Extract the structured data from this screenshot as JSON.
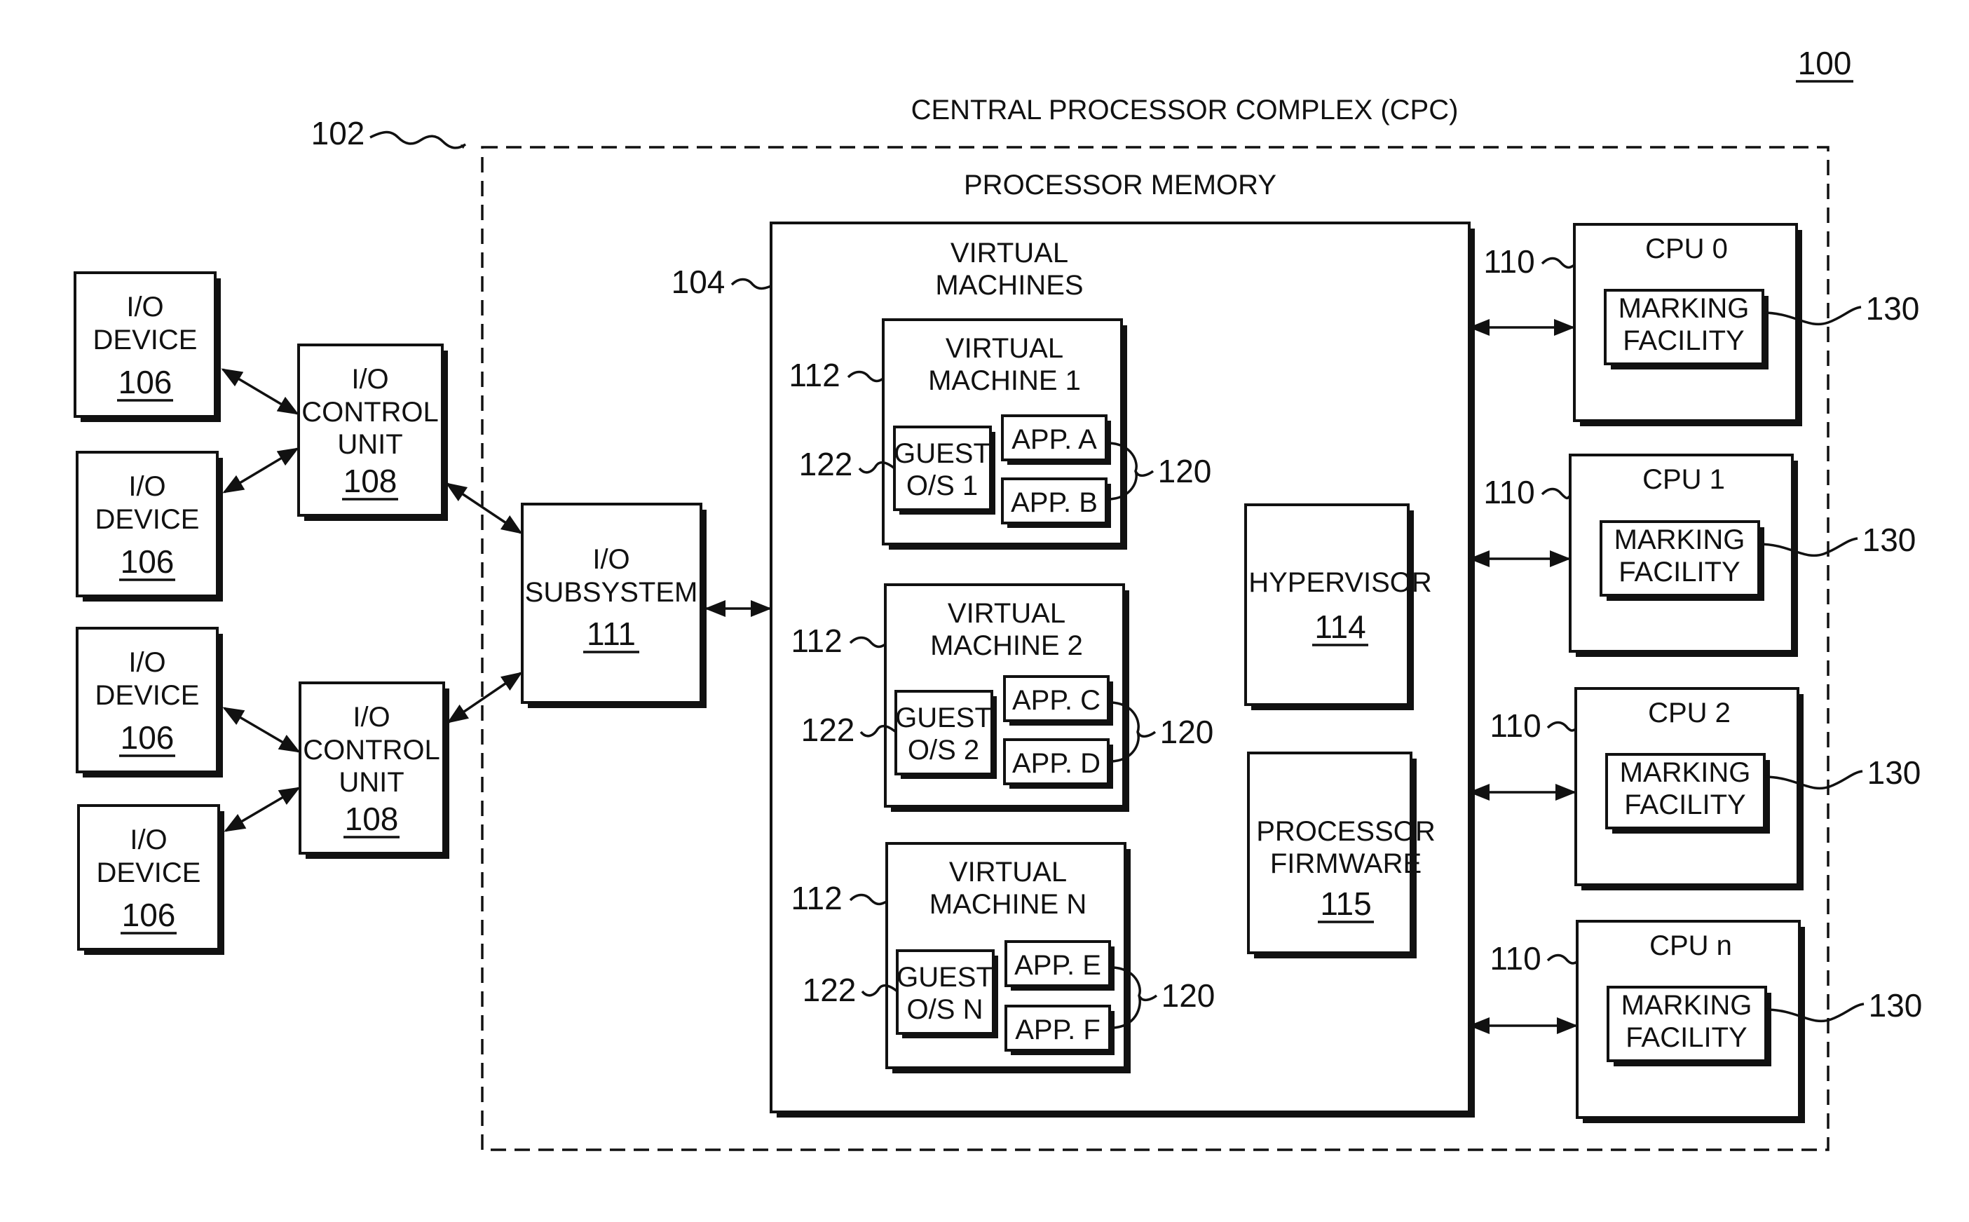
{
  "figure_number": "100",
  "cpc": {
    "title": "CENTRAL PROCESSOR COMPLEX (CPC)",
    "ref": "102"
  },
  "processor_memory": {
    "title": "PROCESSOR MEMORY",
    "ref": "104"
  },
  "virtual_machines_title": [
    "VIRTUAL",
    "MACHINES"
  ],
  "io_devices": [
    {
      "lines": [
        "I/O",
        "DEVICE"
      ],
      "ref": "106"
    },
    {
      "lines": [
        "I/O",
        "DEVICE"
      ],
      "ref": "106"
    },
    {
      "lines": [
        "I/O",
        "DEVICE"
      ],
      "ref": "106"
    },
    {
      "lines": [
        "I/O",
        "DEVICE"
      ],
      "ref": "106"
    }
  ],
  "io_control_units": [
    {
      "lines": [
        "I/O",
        "CONTROL",
        "UNIT"
      ],
      "ref": "108"
    },
    {
      "lines": [
        "I/O",
        "CONTROL",
        "UNIT"
      ],
      "ref": "108"
    }
  ],
  "io_subsystem": {
    "lines": [
      "I/O",
      "SUBSYSTEM"
    ],
    "ref": "111"
  },
  "vms": [
    {
      "title": [
        "VIRTUAL",
        "MACHINE 1"
      ],
      "ref": "112",
      "guest": [
        "GUEST",
        "O/S 1"
      ],
      "guest_ref": "122",
      "apps": [
        "APP. A",
        "APP. B"
      ],
      "apps_ref": "120"
    },
    {
      "title": [
        "VIRTUAL",
        "MACHINE 2"
      ],
      "ref": "112",
      "guest": [
        "GUEST",
        "O/S 2"
      ],
      "guest_ref": "122",
      "apps": [
        "APP. C",
        "APP. D"
      ],
      "apps_ref": "120"
    },
    {
      "title": [
        "VIRTUAL",
        "MACHINE N"
      ],
      "ref": "112",
      "guest": [
        "GUEST",
        "O/S N"
      ],
      "guest_ref": "122",
      "apps": [
        "APP. E",
        "APP. F"
      ],
      "apps_ref": "120"
    }
  ],
  "hypervisor": {
    "lines": [
      "HYPERVISOR"
    ],
    "ref": "114"
  },
  "firmware": {
    "lines": [
      "PROCESSOR",
      "FIRMWARE"
    ],
    "ref": "115"
  },
  "cpus": [
    {
      "title": "CPU 0",
      "ref": "110",
      "facility": [
        "MARKING",
        "FACILITY"
      ],
      "facility_ref": "130"
    },
    {
      "title": "CPU 1",
      "ref": "110",
      "facility": [
        "MARKING",
        "FACILITY"
      ],
      "facility_ref": "130"
    },
    {
      "title": "CPU 2",
      "ref": "110",
      "facility": [
        "MARKING",
        "FACILITY"
      ],
      "facility_ref": "130"
    },
    {
      "title": "CPU n",
      "ref": "110",
      "facility": [
        "MARKING",
        "FACILITY"
      ],
      "facility_ref": "130"
    }
  ]
}
